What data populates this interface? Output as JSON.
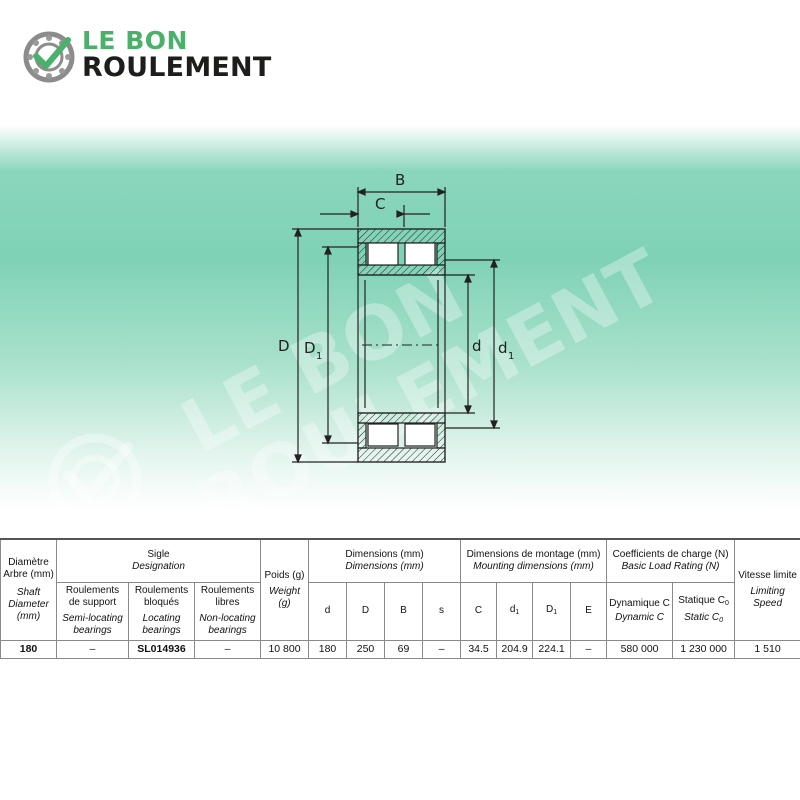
{
  "brand": {
    "line1": "LE BON",
    "line2": "ROULEMENT",
    "accent": "#4ab06a",
    "dark": "#1d1d1b"
  },
  "drawing": {
    "labels": {
      "B": "B",
      "C": "C",
      "D": "D",
      "D1": "D",
      "D1_sub": "1",
      "d": "d",
      "d1": "d",
      "d1_sub": "1"
    }
  },
  "table": {
    "headers": {
      "shaft_fr": "Diamètre Arbre (mm)",
      "shaft_en": "Shaft Diameter (mm)",
      "designation_fr": "Sigle",
      "designation_en": "Designation",
      "semi_fr": "Roulements de support",
      "semi_en": "Semi-locating bearings",
      "locating_fr": "Roulements bloqués",
      "locating_en": "Locating bearings",
      "nonloc_fr": "Roulements libres",
      "nonloc_en": "Non-locating bearings",
      "weight_fr": "Poids (g)",
      "weight_en": "Weight (g)",
      "dimensions_fr": "Dimensions (mm)",
      "dimensions_en": "Dimensions (mm)",
      "dim_d": "d",
      "dim_D": "D",
      "dim_B": "B",
      "dim_s": "s",
      "mounting_fr": "Dimensions de montage (mm)",
      "mounting_en": "Mounting dimensions (mm)",
      "mnt_C": "C",
      "mnt_d1": "d",
      "mnt_d1_sub": "1",
      "mnt_D1": "D",
      "mnt_D1_sub": "1",
      "mnt_E": "E",
      "load_fr": "Coefficients de charge (N)",
      "load_en": "Basic Load Rating (N)",
      "dyn_fr": "Dynamique C",
      "dyn_en": "Dynamic C",
      "stat_fr": "Statique C",
      "stat_en": "Static C",
      "stat_sub": "0",
      "speed_fr": "Vitesse limite",
      "speed_en": "Limiting Speed"
    },
    "row": {
      "shaft": "180",
      "semi": "–",
      "locating": "SL014936",
      "nonloc": "–",
      "weight": "10 800",
      "d": "180",
      "D": "250",
      "B": "69",
      "s": "–",
      "C": "34.5",
      "d1": "204.9",
      "D1": "224.1",
      "E": "–",
      "dynamic": "580 000",
      "static": "1 230 000",
      "speed": "1 510"
    }
  }
}
